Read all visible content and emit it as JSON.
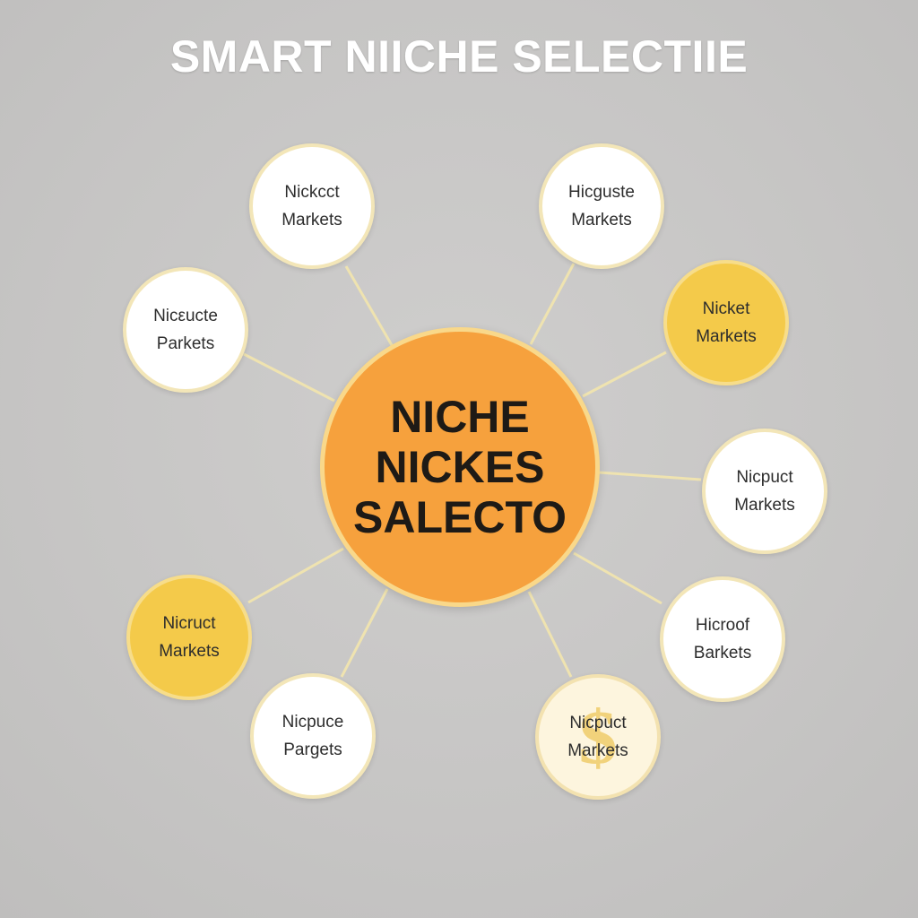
{
  "title": "SMART NIICHE SELECTIIE",
  "center": {
    "lines": [
      "NICHE",
      "NICKES",
      "SALECTO"
    ]
  },
  "nodes": [
    {
      "line1": "Nickcct",
      "line2": "Markets",
      "style": "white"
    },
    {
      "line1": "Hicguste",
      "line2": "Markets",
      "style": "white"
    },
    {
      "line1": "Nicεucte",
      "line2": "Parkets",
      "style": "white"
    },
    {
      "line1": "Nicket",
      "line2": "Markets",
      "style": "yellow"
    },
    {
      "line1": "Nicpuct",
      "line2": "Markets",
      "style": "white"
    },
    {
      "line1": "Nicruct",
      "line2": "Markets",
      "style": "yellow"
    },
    {
      "line1": "Hicroof",
      "line2": "Barkets",
      "style": "white"
    },
    {
      "line1": "Nicpuce",
      "line2": "Pargets",
      "style": "white"
    },
    {
      "line1": "Nicpuct",
      "line2": "Markets",
      "style": "cream",
      "icon": "$"
    }
  ],
  "colors": {
    "background": "#c8c7c6",
    "center_fill": "#f6a13d",
    "highlight_fill": "#f4ca4a",
    "connector": "#efe3b0"
  }
}
